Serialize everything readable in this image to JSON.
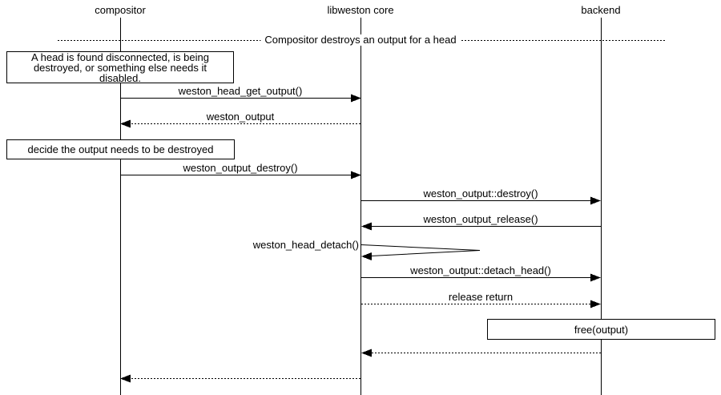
{
  "diagram": {
    "type": "uml-sequence",
    "colors": {
      "line": "#000000",
      "background": "#ffffff",
      "text": "#000000"
    },
    "actors": [
      {
        "name": "compositor"
      },
      {
        "name": "libweston core"
      },
      {
        "name": "backend"
      }
    ],
    "divider": {
      "label": "Compositor destroys an output for a head"
    },
    "notes": [
      {
        "over": "compositor",
        "lines": [
          "A head is found disconnected, is being",
          "destroyed, or something else needs it",
          "disabled."
        ]
      },
      {
        "over": "compositor",
        "lines": [
          "decide the output needs to be destroyed"
        ]
      },
      {
        "over": "backend",
        "lines": [
          "free(output)"
        ]
      }
    ],
    "messages": [
      {
        "label": "weston_head_get_output()",
        "from": "compositor",
        "to": "libweston core",
        "line": "solid"
      },
      {
        "label": "weston_output",
        "from": "libweston core",
        "to": "compositor",
        "line": "dotted"
      },
      {
        "label": "weston_output_destroy()",
        "from": "compositor",
        "to": "libweston core",
        "line": "solid"
      },
      {
        "label": "weston_output::destroy()",
        "from": "libweston core",
        "to": "backend",
        "line": "solid"
      },
      {
        "label": "weston_output_release()",
        "from": "backend",
        "to": "libweston core",
        "line": "solid"
      },
      {
        "label": "weston_head_detach()",
        "from": "libweston core",
        "to": "libweston core",
        "line": "self"
      },
      {
        "label": "weston_output::detach_head()",
        "from": "libweston core",
        "to": "backend",
        "line": "solid"
      },
      {
        "label": "release return",
        "from": "libweston core",
        "to": "backend",
        "line": "dotted"
      },
      {
        "label": "",
        "from": "backend",
        "to": "libweston core",
        "line": "dotted"
      },
      {
        "label": "",
        "from": "libweston core",
        "to": "compositor",
        "line": "dotted"
      }
    ]
  }
}
